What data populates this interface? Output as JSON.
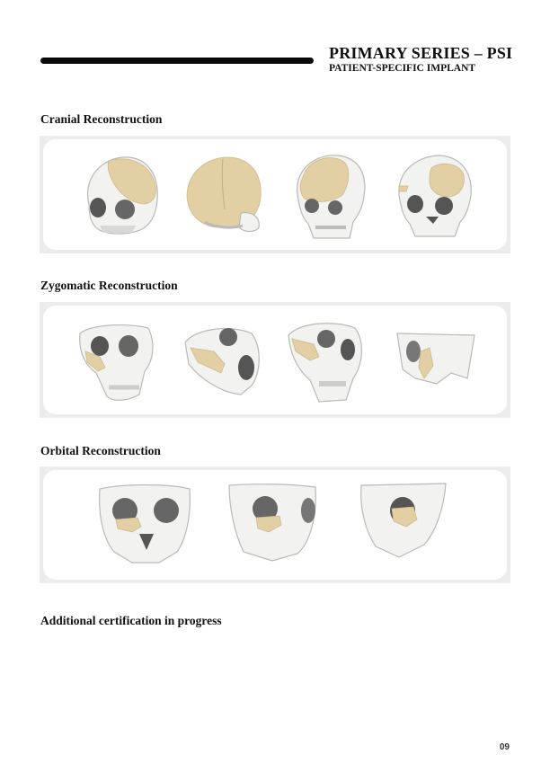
{
  "header": {
    "title": "PRIMARY SERIES – PSI",
    "subtitle": "PATIENT-SPECIFIC IMPLANT"
  },
  "colors": {
    "bone": "#f2f2f0",
    "bone_shadow": "#b9b9b6",
    "implant": "#e2cfa3",
    "panel_border": "#ececec"
  },
  "sections": [
    {
      "title": "Cranial Reconstruction",
      "images": [
        "skull-front-left-cranial-implant",
        "skull-rear-cranial-implant",
        "skull-front-cranial-implant",
        "skull-front-right-cranial-implant"
      ]
    },
    {
      "title": "Zygomatic Reconstruction",
      "images": [
        "skull-front-zygomatic-implant",
        "skull-side-zygomatic-implant",
        "skull-oblique-zygomatic-implant",
        "skull-fragment-zygomatic-implant"
      ]
    },
    {
      "title": "Orbital Reconstruction",
      "images": [
        "midface-front-orbital-implant",
        "midface-oblique-orbital-implant",
        "midface-side-orbital-implant"
      ]
    }
  ],
  "footer": {
    "note": "Additional certification in progress",
    "page_number": "09"
  }
}
